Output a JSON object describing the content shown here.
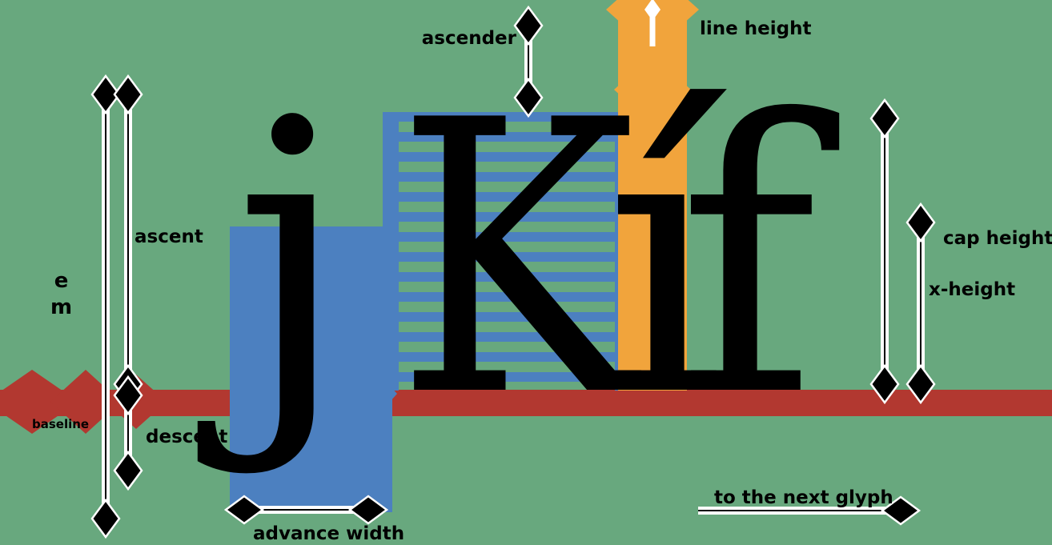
{
  "figure": {
    "glyphs": [
      "j",
      "K",
      "í",
      "f"
    ],
    "labels": {
      "ascender": "ascender",
      "line_height": "line height",
      "em": "em",
      "ascent": "ascent",
      "descent": "descent",
      "baseline": "baseline",
      "cap_height": "cap height",
      "x_height": "x-height",
      "advance_width": "advance width",
      "next_glyph": "to the next glyph"
    },
    "colors": {
      "background": "#68a87e",
      "baseline_band": "#b23830",
      "glyph_box": "#4c80c0",
      "line_height_bar": "#f1a43c",
      "ink": "#000000",
      "arrow": "#ffffff"
    }
  }
}
